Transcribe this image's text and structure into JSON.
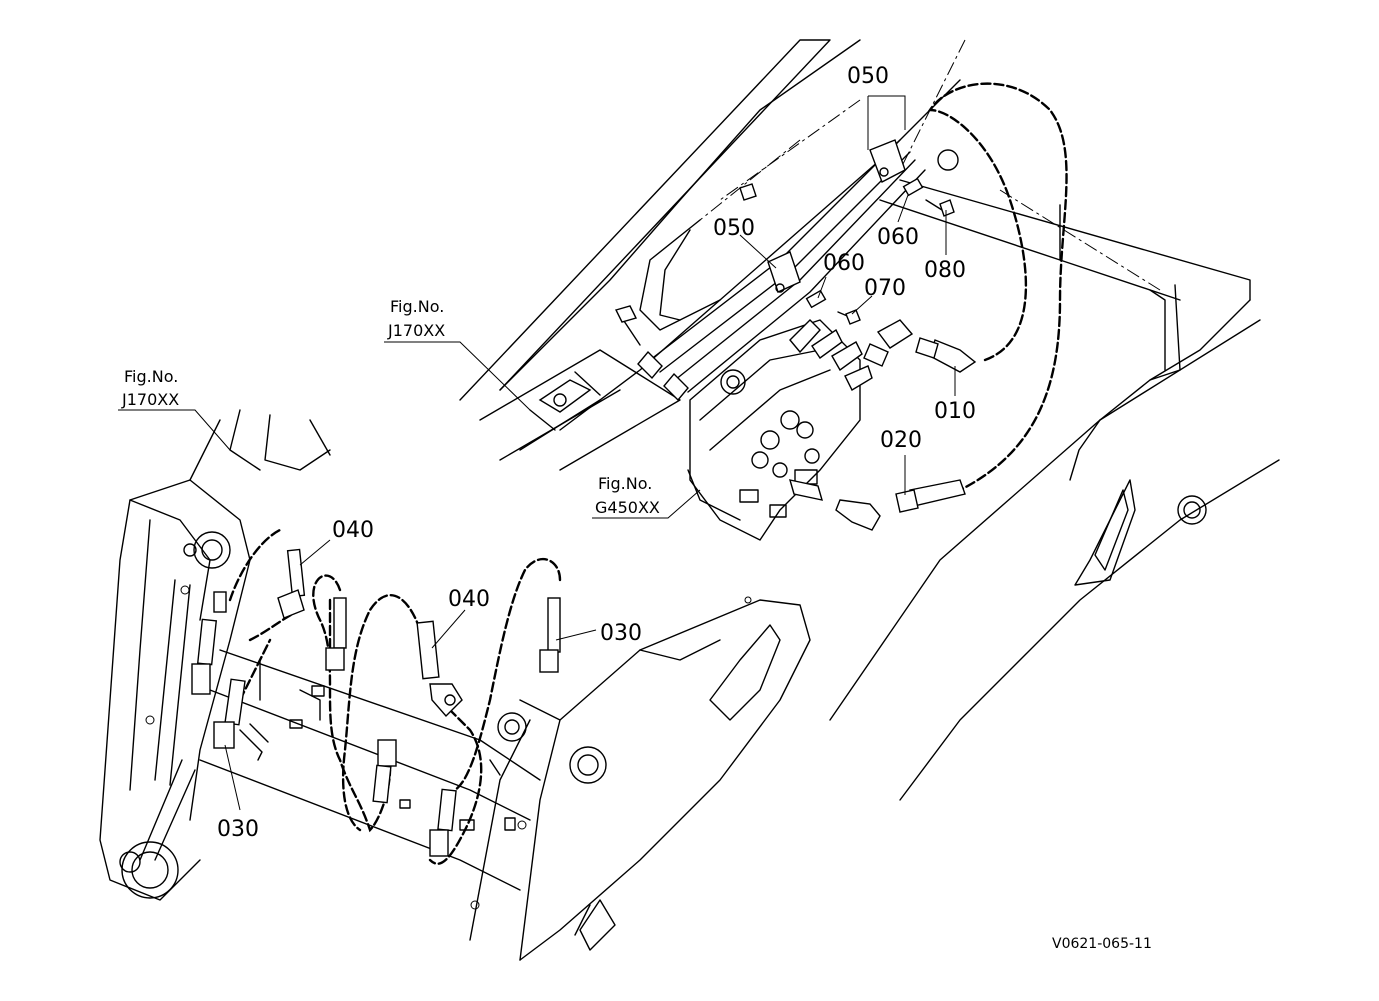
{
  "callouts": [
    {
      "id": "c050a",
      "text": "050"
    },
    {
      "id": "c050b",
      "text": "050"
    },
    {
      "id": "c060a",
      "text": "060"
    },
    {
      "id": "c060b",
      "text": "060"
    },
    {
      "id": "c070",
      "text": "070"
    },
    {
      "id": "c080",
      "text": "080"
    },
    {
      "id": "c010",
      "text": "010"
    },
    {
      "id": "c020",
      "text": "020"
    },
    {
      "id": "c040a",
      "text": "040"
    },
    {
      "id": "c040b",
      "text": "040"
    },
    {
      "id": "c030a",
      "text": "030"
    },
    {
      "id": "c030b",
      "text": "030"
    }
  ],
  "references": [
    {
      "id": "ref1",
      "line1": "Fig.No.",
      "line2": "J170XX"
    },
    {
      "id": "ref2",
      "line1": "Fig.No.",
      "line2": "J170XX"
    },
    {
      "id": "ref3",
      "line1": "Fig.No.",
      "line2": "G450XX"
    }
  ],
  "drawing_code": "V0621-065-11"
}
